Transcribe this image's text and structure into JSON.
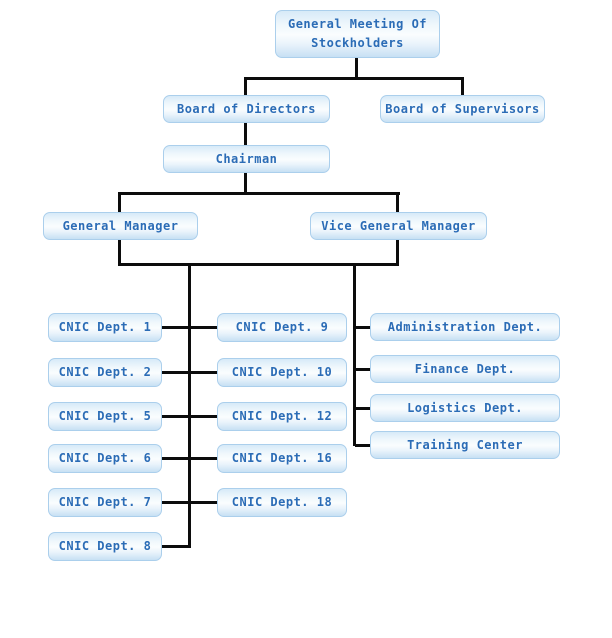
{
  "diagram": {
    "type": "organization-chart",
    "nodes": {
      "stockholders": "General Meeting Of Stockholders",
      "board_of_directors": "Board of Directors",
      "board_of_supervisors": "Board of Supervisors",
      "chairman": "Chairman",
      "general_manager": "General Manager",
      "vice_general_manager": "Vice General Manager"
    },
    "cnic_departments_col1": [
      "CNIC Dept. 1",
      "CNIC Dept. 2",
      "CNIC Dept. 5",
      "CNIC Dept. 6",
      "CNIC Dept. 7",
      "CNIC Dept. 8"
    ],
    "cnic_departments_col2": [
      "CNIC Dept. 9",
      "CNIC Dept. 10",
      "CNIC Dept. 12",
      "CNIC Dept. 16",
      "CNIC Dept. 18"
    ],
    "functional_departments": [
      "Administration Dept.",
      "Finance Dept.",
      "Logistics Dept.",
      "Training Center"
    ],
    "colors": {
      "box_border": "#abcfec",
      "box_fill_top": "#d7eaf8",
      "box_fill_middle": "#fafdfe",
      "box_fill_bottom": "#c7e0f4",
      "label_text": "#2b6cb6",
      "connector_line": "#0c0c0c",
      "background": "#ffffff"
    }
  }
}
